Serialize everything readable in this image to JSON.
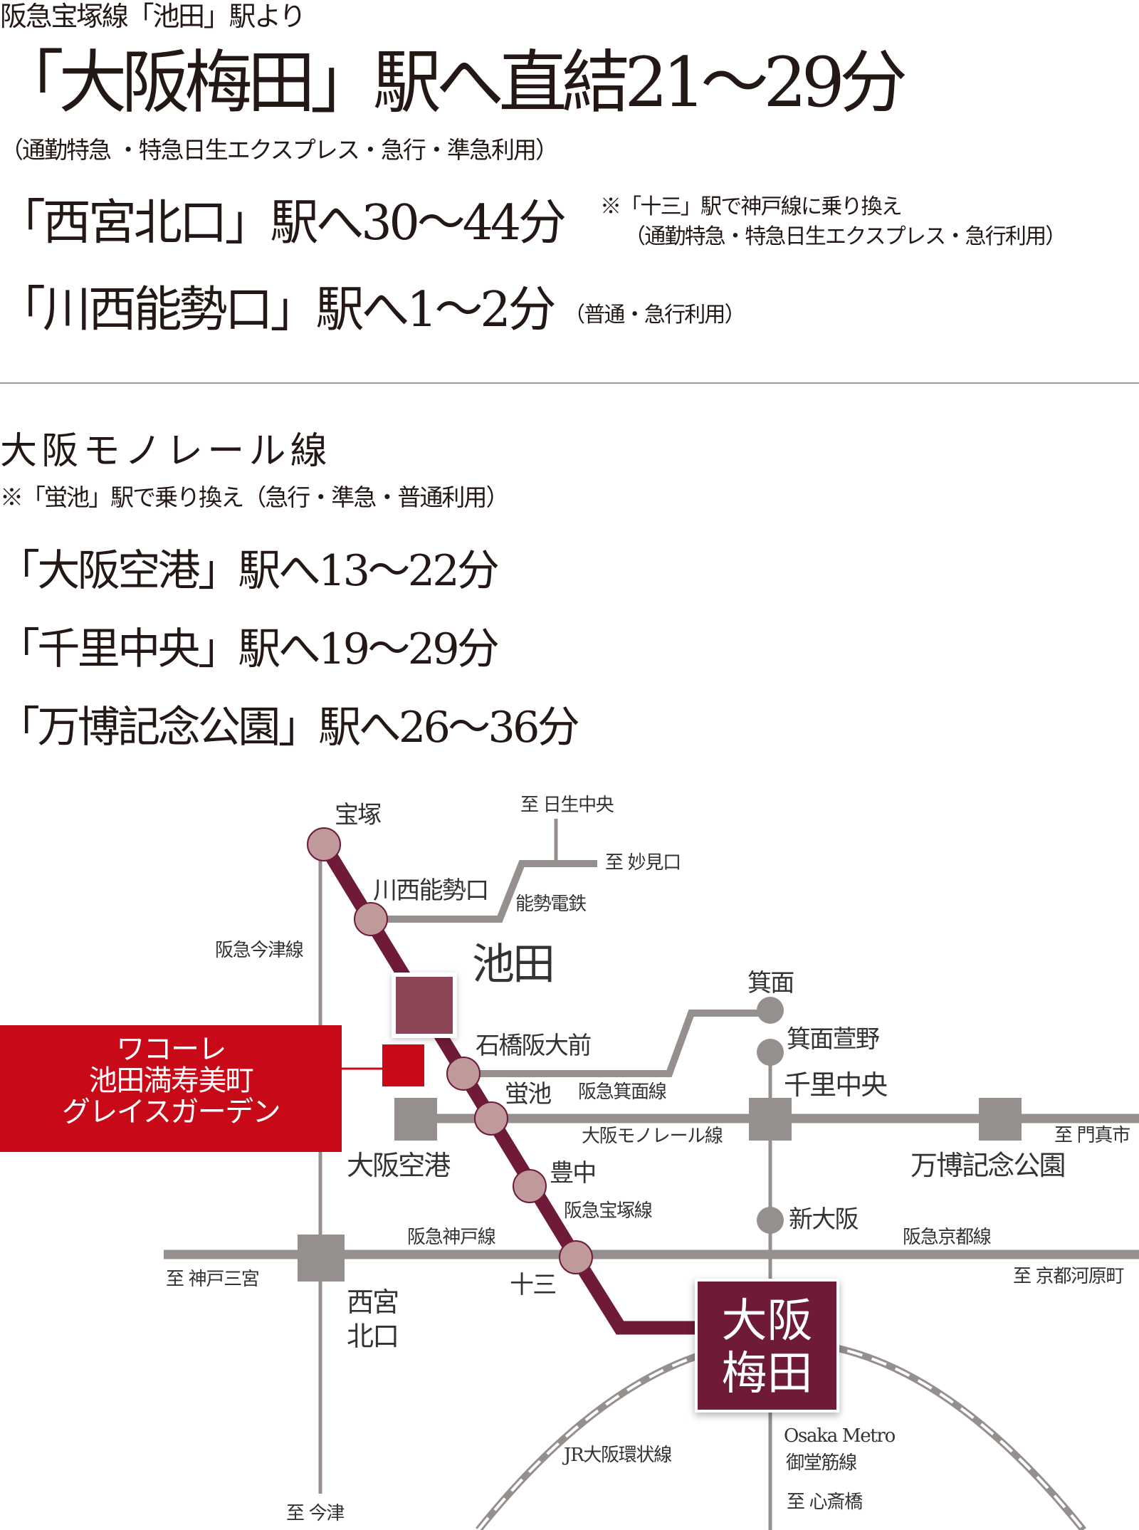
{
  "hankyu": {
    "intro": "阪急宝塚線「池田」駅より",
    "umeda": "「大阪梅田」駅へ直結21〜29分",
    "umeda_note": "（通勤特急 ・特急日生エクスプレス・急行・準急利用）",
    "nishinomiya": "「西宮北口」駅へ30〜44分",
    "nishinomiya_note1": "※「十三」駅で神戸線に乗り換え",
    "nishinomiya_note2": "（通勤特急・特急日生エクスプレス・急行利用）",
    "kawanishi": "「川西能勢口」駅へ1〜2分",
    "kawanishi_note": "（普通・急行利用）"
  },
  "monorail": {
    "title": "大阪モノレール線",
    "note": "※「蛍池」駅で乗り換え（急行・準急・普通利用）",
    "routes": [
      "「大阪空港」駅へ13〜22分",
      "「千里中央」駅へ19〜29分",
      "「万博記念公園」駅へ26〜36分"
    ]
  },
  "map": {
    "stations": {
      "takarazuka": "宝塚",
      "kawanishi": "川西能勢口",
      "ikeda": "池田",
      "ishibashi": "石橋阪大前",
      "hotarugaike": "蛍池",
      "toyonaka": "豊中",
      "juso": "十三",
      "umeda": "大阪梅田",
      "minoh": "箕面",
      "minoh_kayano": "箕面萱野",
      "senri_chuo": "千里中央",
      "osaka_airport": "大阪空港",
      "banpaku": "万博記念公園",
      "shin_osaka": "新大阪",
      "nishinomiya_1": "西宮",
      "nishinomiya_2": "北口",
      "umeda_1": "大阪",
      "umeda_2": "梅田"
    },
    "lines": {
      "imazu": "阪急今津線",
      "nose": "能勢電鉄",
      "minoh": "阪急箕面線",
      "monorail": "大阪モノレール線",
      "takarazuka": "阪急宝塚線",
      "kobe": "阪急神戸線",
      "kyoto": "阪急京都線",
      "jr_loop": "JR大阪環状線",
      "metro_1": "Osaka Metro",
      "metro_2": "御堂筋線"
    },
    "directions": {
      "nissei_chuo": "至 日生中央",
      "myokenguchi": "至 妙見口",
      "kadoma": "至 門真市",
      "kobe_sannomiya": "至 神戸三宮",
      "kawaramachi": "至 京都河原町",
      "imazu": "至 今津",
      "shinsaibashi": "至 心斎橋"
    },
    "property": [
      "ワコーレ",
      "池田満寿美町",
      "グレイスガーデン"
    ]
  },
  "colors": {
    "maroon": "#6e1a38",
    "ikeda": "#8b4656",
    "station_fill": "#c09a9a",
    "gray": "#958f8e",
    "red": "#c80a18"
  }
}
